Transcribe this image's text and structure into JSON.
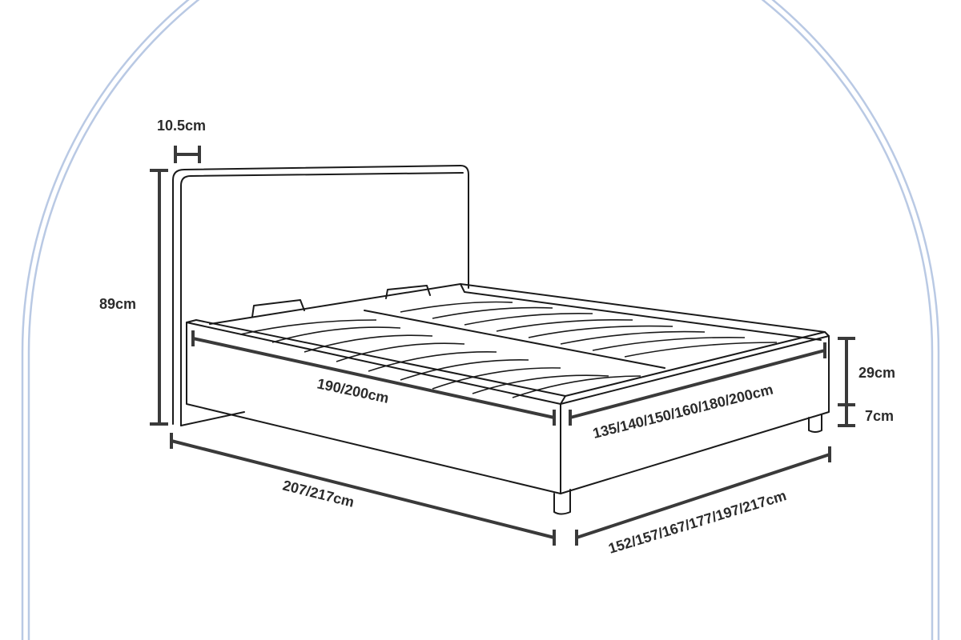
{
  "colors": {
    "arch": "#b9c9e4",
    "dimension": "#3a3a3a",
    "outline": "#1a1a1a"
  },
  "dimensions": {
    "headboard_thickness": "10.5cm",
    "headboard_height": "89cm",
    "inner_length": "190/200cm",
    "inner_width": "135/140/150/160/180/200cm",
    "side_height": "29cm",
    "leg_height": "7cm",
    "outer_length": "207/217cm",
    "outer_width": "152/157/167/177/197/217cm"
  }
}
